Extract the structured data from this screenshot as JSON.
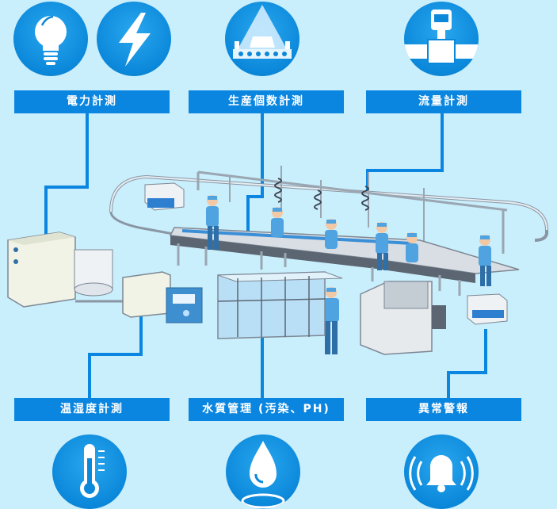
{
  "labels": {
    "power": "電力計測",
    "production": "生産個数計測",
    "flow": "流量計測",
    "temperature": "温湿度計測",
    "water": "水質管理 (汚染、PH)",
    "alarm": "異常警報"
  },
  "icons": {
    "power": [
      "light-bulb-icon",
      "lightning-bolt-icon"
    ],
    "production": "counting-sensor-icon",
    "flow": "flow-meter-icon",
    "temperature": "thermometer-icon",
    "water": "water-drop-icon",
    "alarm": "alarm-bell-icon"
  },
  "colors": {
    "background": "#c9eefc",
    "accent": "#0a86e0",
    "connector": "#0a86e0",
    "icon_fill": "#0b88da"
  }
}
